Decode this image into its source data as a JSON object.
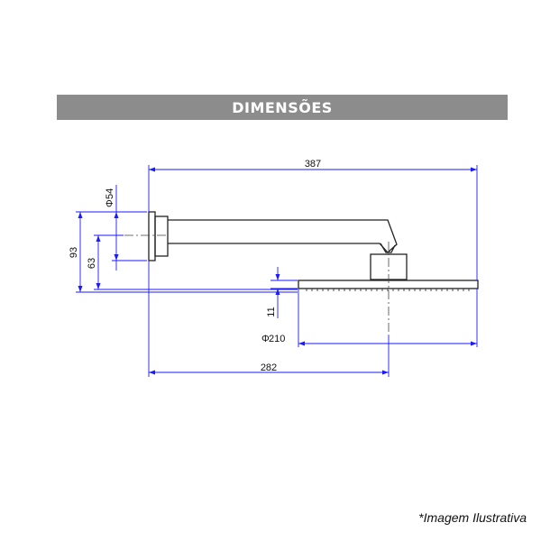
{
  "header": {
    "title": "DIMENSÕES"
  },
  "dimensions": {
    "overall_length": "387",
    "pipe_diameter": "54",
    "height_total": "93",
    "height_axis": "63",
    "head_thickness": "11",
    "head_diameter": "210",
    "axis_offset": "282",
    "diameter_symbol": "Φ"
  },
  "footer": {
    "note": "*Imagem Ilustrativa"
  },
  "colors": {
    "dimension_line": "#1a1aff",
    "outline": "#222222",
    "header_bg": "#8c8c8c"
  }
}
